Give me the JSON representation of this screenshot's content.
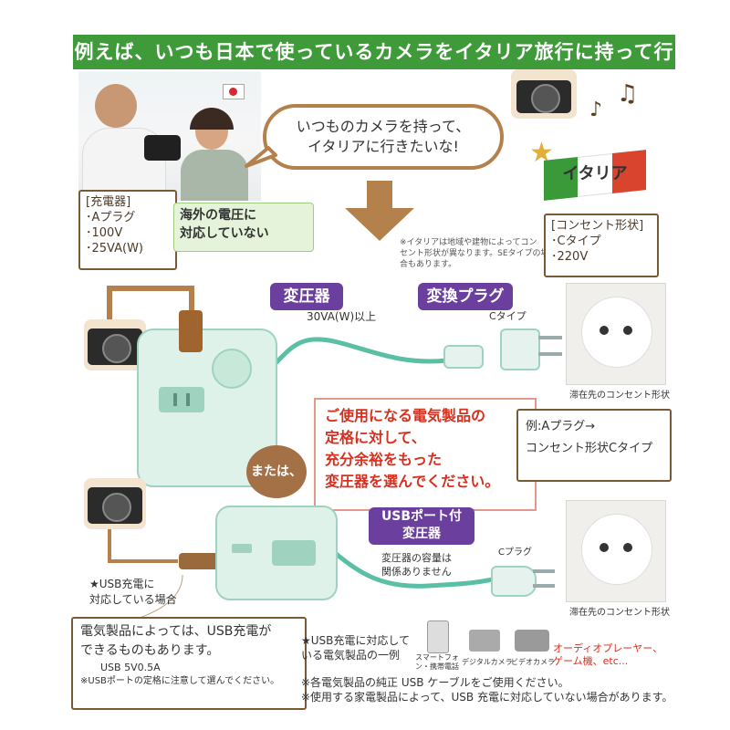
{
  "banner": {
    "title": "例えば、いつも日本で使っているカメラをイタリア旅行に持って行く場合"
  },
  "charger": {
    "lines": [
      "[充電器]",
      "･Aプラグ",
      "･100V",
      "･25VA(W)"
    ]
  },
  "voltage_note": {
    "lines": [
      "海外の電圧に",
      "対応していない"
    ]
  },
  "speech": {
    "lines": [
      "いつものカメラを持って、",
      "イタリアに行きたいな!"
    ]
  },
  "italy": {
    "label": "イタリア",
    "colors": [
      "#3a9a3a",
      "#ffffff",
      "#d9442f"
    ]
  },
  "italy_note": {
    "lines": [
      "※イタリアは地域や建物によってコン",
      "セント形状が異なります。SEタイプの場",
      "合もあります。"
    ]
  },
  "outlet_spec": {
    "lines": [
      "[コンセント形状]",
      "･Cタイプ",
      "･220V"
    ]
  },
  "transformer": {
    "label": "変圧器",
    "spec": "30VA(W)以上"
  },
  "adapter": {
    "label": "変換プラグ",
    "type": "Cタイプ"
  },
  "outlet_caption_1": "滞在先のコンセント形状",
  "advice": {
    "lines": [
      "ご使用になる電気製品の",
      "定格に対して、",
      "充分余裕をもった",
      "変圧器を選んでください。"
    ]
  },
  "example": {
    "lines": [
      "例:Aプラグ→",
      "コンセント形状Cタイプ"
    ]
  },
  "or": "または、",
  "usb_transformer": {
    "lines": [
      "USBポート付",
      "変圧器"
    ]
  },
  "c_plug": "Cプラグ",
  "capacity_note": {
    "lines": [
      "変圧器の容量は",
      "関係ありません"
    ]
  },
  "outlet_caption_2": "滞在先のコンセント形状",
  "usb_case": {
    "lines": [
      "★USB充電に",
      "対応している場合"
    ]
  },
  "usb_box": {
    "lines": [
      "電気製品によっては、USB充電が",
      "できるものもあります。"
    ],
    "rating": "USB 5V0.5A",
    "caution": "※USBポートの定格に注意して選んでください。"
  },
  "usb_examples": {
    "lines": [
      "★USB充電に対応して",
      "いる電気製品の一例"
    ]
  },
  "devices": {
    "phone": "スマートフォン・携帯電話",
    "camera": "デジタルカメラ",
    "video": "ビデオカメラ",
    "others": [
      "オーディオプレーヤー、",
      "ゲーム機、etc..."
    ]
  },
  "footnotes": [
    "※各電気製品の純正 USB ケーブルをご使用ください。",
    "※使用する家電製品によって、USB 充電に対応していない場合があります。"
  ],
  "colors": {
    "banner": "#3f9a3a",
    "brown": "#b4804b",
    "purple": "#6a3f9e",
    "mint": "#dff2ea",
    "teal": "#5bbfa5",
    "red": "#d8301f"
  }
}
